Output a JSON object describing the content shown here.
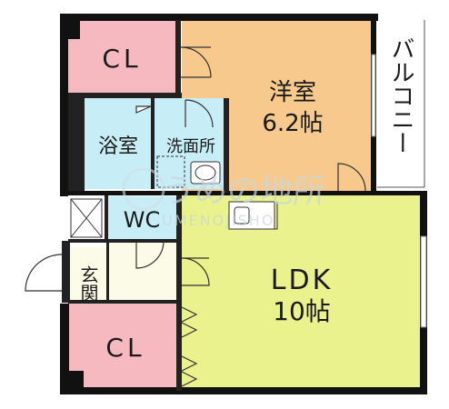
{
  "rooms": {
    "cl_top": "CL",
    "western_room_name": "洋室",
    "western_room_size": "6.2帖",
    "balcony": "バルコニー",
    "bath": "浴室",
    "washroom": "洗面所",
    "wc": "WC",
    "entrance": "玄関",
    "ldk_name": "LDK",
    "ldk_size": "10帖",
    "cl_bottom": "CL"
  },
  "watermark": {
    "jp": "うめの地所",
    "en": "UMENOJISHO"
  },
  "colors": {
    "closet": "#f5b9bf",
    "western_room": "#f8c98c",
    "wet_area": "#c7eef7",
    "ldk": "#eaf28d",
    "entrance": "#fbfbe8",
    "wall": "#111111"
  }
}
